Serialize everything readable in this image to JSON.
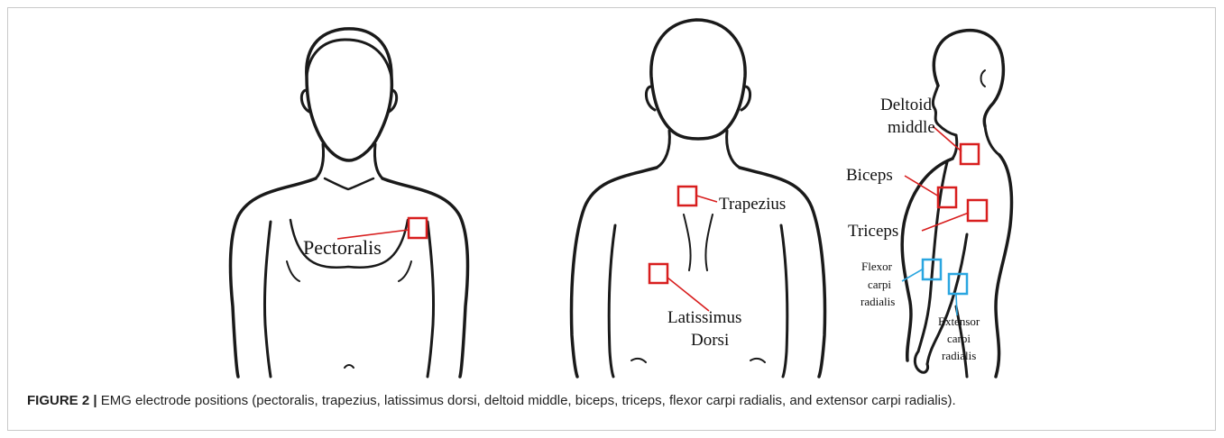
{
  "figure": {
    "labels": {
      "pectoralis": "Pectoralis",
      "trapezius": "Trapezius",
      "latissimus_1": "Latissimus",
      "latissimus_2": "Dorsi",
      "deltoid_1": "Deltoid",
      "deltoid_2": "middle",
      "biceps": "Biceps",
      "triceps": "Triceps",
      "flexor_1": "Flexor",
      "flexor_2": "carpi",
      "flexor_3": "radialis",
      "extensor_1": "Extensor",
      "extensor_2": "carpi",
      "extensor_3": "radialis"
    },
    "colors": {
      "emg_marker_red": "#d81e1e",
      "emg_marker_blue": "#2aa6e0",
      "outline": "#1a1a1a"
    }
  },
  "caption": {
    "label": "FIGURE 2 |",
    "text": " EMG electrode positions (pectoralis, trapezius, latissimus dorsi, deltoid middle, biceps, triceps, flexor carpi radialis, and extensor carpi radialis)."
  }
}
